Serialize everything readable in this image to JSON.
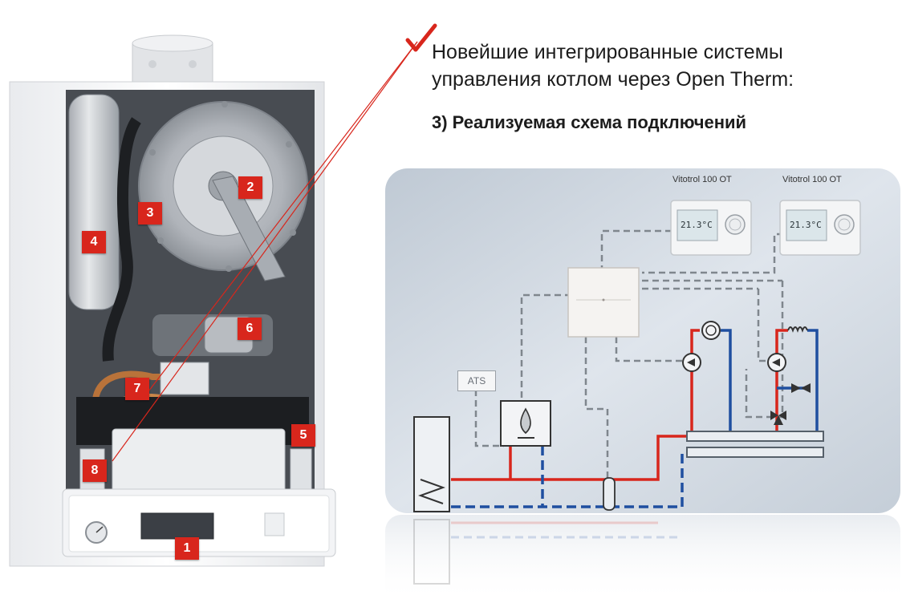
{
  "heading": {
    "line1": "Новейшие интегрированные системы",
    "line2": "управления котлом через Open Therm:"
  },
  "subheading": "3) Реализуемая схема подключений",
  "boiler": {
    "component_tags": [
      "1",
      "2",
      "3",
      "4",
      "5",
      "6",
      "7",
      "8"
    ],
    "accent_color": "#d8261c"
  },
  "diagram": {
    "thermostat_1": {
      "label": "Vitotrol 100 OT",
      "display": "21.3°C"
    },
    "thermostat_2": {
      "label": "Vitotrol 100 OT",
      "display": "21.3°C"
    },
    "sensor_label": "ATS",
    "colors": {
      "supply": "#d8261c",
      "return": "#1f4fa0",
      "signal": "#8a9096",
      "panel": "#cdd6e0"
    }
  }
}
